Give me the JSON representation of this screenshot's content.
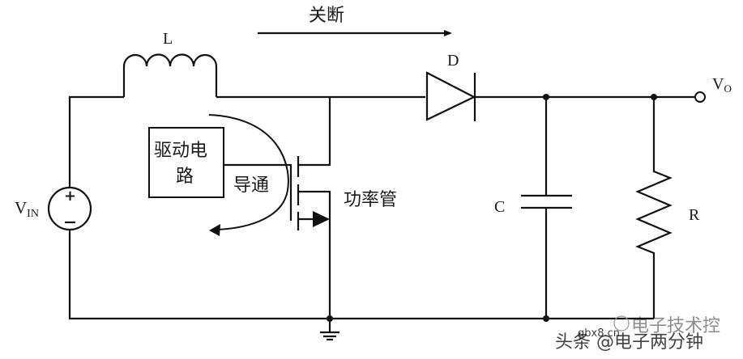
{
  "diagram": {
    "title_arrow_label": "关断",
    "components": {
      "inductor": "L",
      "diode": "D",
      "capacitor": "C",
      "resistor": "R",
      "output": "V",
      "output_sub": "O",
      "source": "V",
      "source_sub": "IN",
      "source_plus": "+",
      "source_minus": "−",
      "driver_line1": "驱动电",
      "driver_line2": "路",
      "conduct": "导通",
      "switch": "功率管"
    },
    "watermark": {
      "line1": "电子技术控",
      "line2": "头条 @电子两分钟",
      "overlay": "gbx8.cn"
    }
  }
}
